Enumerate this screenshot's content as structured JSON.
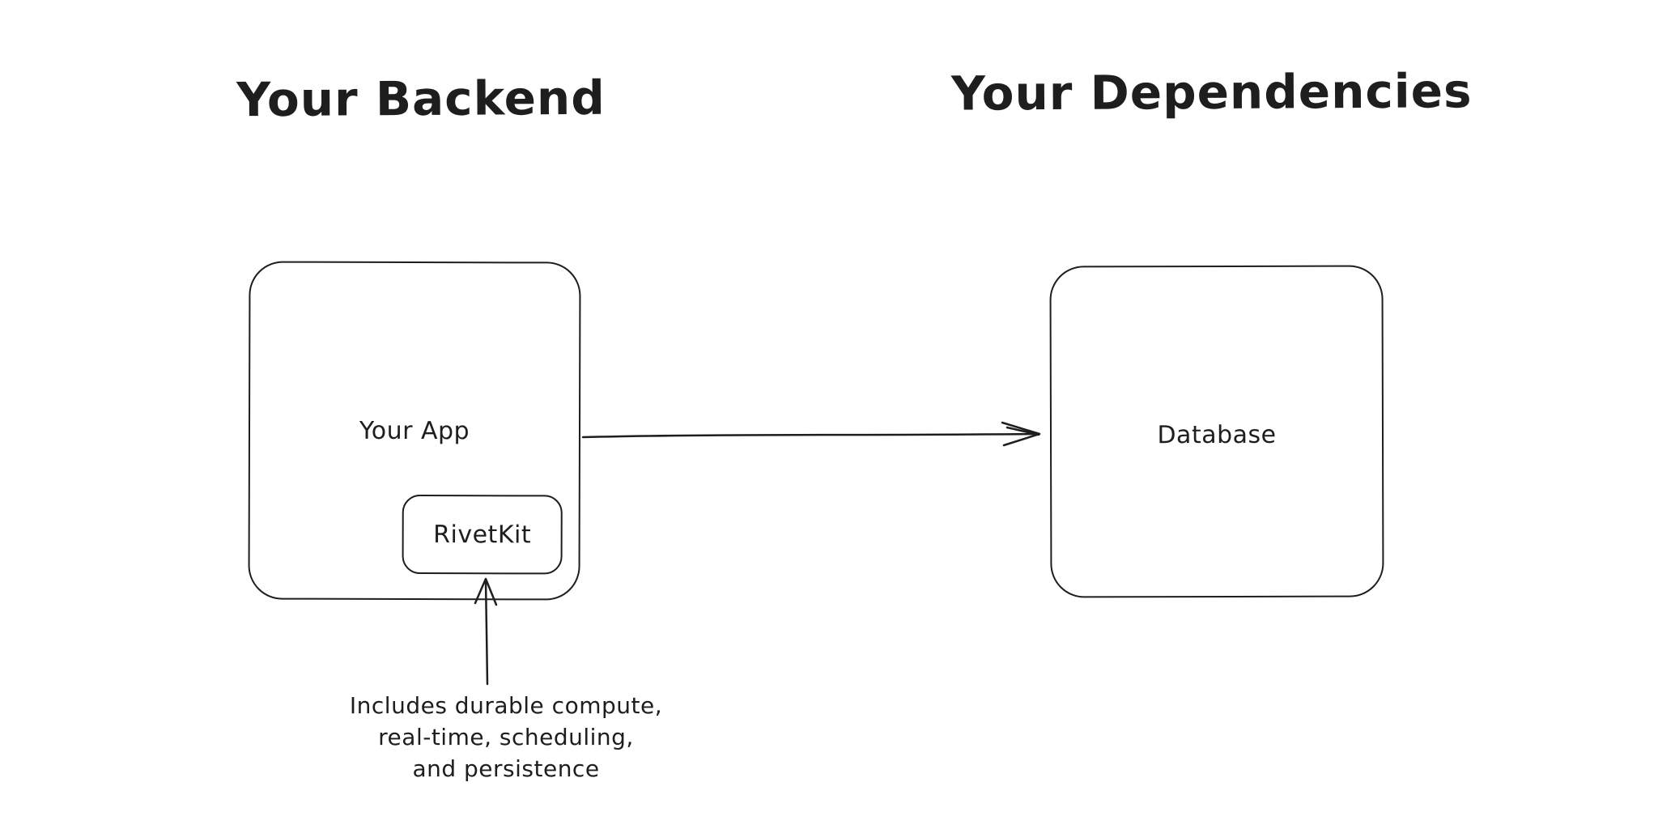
{
  "diagram": {
    "titles": {
      "left": "Your Backend",
      "right": "Your Dependencies"
    },
    "boxes": {
      "app": {
        "label": "Your App"
      },
      "rivetkit": {
        "label": "RivetKit"
      },
      "database": {
        "label": "Database"
      }
    },
    "annotation": {
      "line1": "Includes durable compute,",
      "line2": "real-time, scheduling,",
      "line3": "and persistence"
    },
    "arrows": [
      {
        "name": "app-to-database",
        "direction": "right"
      },
      {
        "name": "annotation-to-rivetkit",
        "direction": "up"
      }
    ],
    "colors": {
      "stroke": "#1e1e1e",
      "background": "#ffffff"
    }
  }
}
